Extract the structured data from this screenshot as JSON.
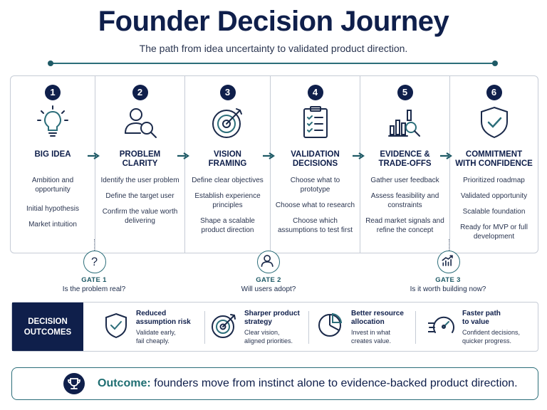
{
  "header": {
    "title": "Founder Decision Journey",
    "subtitle": "The path from idea uncertainty to validated product direction."
  },
  "stages": [
    {
      "number": "1",
      "title_line1": "BIG IDEA",
      "title_line2": "",
      "icon": "lightbulb-icon",
      "items": [
        "Ambition and opportunity",
        "Initial hypothesis",
        "Market intuition"
      ]
    },
    {
      "number": "2",
      "title_line1": "PROBLEM",
      "title_line2": "CLARITY",
      "icon": "user-search-icon",
      "items": [
        "Identify the user problem",
        "Define the target user",
        "Confirm the value worth delivering"
      ]
    },
    {
      "number": "3",
      "title_line1": "VISION",
      "title_line2": "FRAMING",
      "icon": "target-icon",
      "items": [
        "Define clear objectives",
        "Establish experience principles",
        "Shape a scalable product direction"
      ]
    },
    {
      "number": "4",
      "title_line1": "VALIDATION",
      "title_line2": "DECISIONS",
      "icon": "checklist-icon",
      "items": [
        "Choose what to prototype",
        "Choose what to research",
        "Choose which assumptions to test first"
      ]
    },
    {
      "number": "5",
      "title_line1": "EVIDENCE &",
      "title_line2": "TRADE-OFFS",
      "icon": "chart-search-icon",
      "items": [
        "Gather user feedback",
        "Assess feasibility and constraints",
        "Read market signals and refine the concept"
      ]
    },
    {
      "number": "6",
      "title_line1": "COMMITMENT",
      "title_line2": "WITH CONFIDENCE",
      "icon": "shield-check-icon",
      "items": [
        "Prioritized roadmap",
        "Validated opportunity",
        "Scalable foundation",
        "Ready for MVP or full development"
      ]
    }
  ],
  "gates": [
    {
      "label": "GATE 1",
      "question": "Is the problem real?",
      "icon": "question-icon"
    },
    {
      "label": "GATE 2",
      "question": "Will users adopt?",
      "icon": "user-icon"
    },
    {
      "label": "GATE 3",
      "question": "Is it worth building now?",
      "icon": "trend-chart-icon"
    }
  ],
  "outcomes": {
    "label_line1": "DECISION",
    "label_line2": "OUTCOMES",
    "items": [
      {
        "title_line1": "Reduced",
        "title_line2": "assumption risk",
        "desc_line1": "Validate early,",
        "desc_line2": "fail cheaply.",
        "icon": "shield-check-icon"
      },
      {
        "title_line1": "Sharper product",
        "title_line2": "strategy",
        "desc_line1": "Clear vision,",
        "desc_line2": "aligned priorities.",
        "icon": "target-icon"
      },
      {
        "title_line1": "Better resource",
        "title_line2": "allocation",
        "desc_line1": "Invest in what",
        "desc_line2": "creates value.",
        "icon": "pie-chart-icon"
      },
      {
        "title_line1": "Faster path",
        "title_line2": "to value",
        "desc_line1": "Confident decisions,",
        "desc_line2": "quicker progress.",
        "icon": "speedometer-icon"
      }
    ]
  },
  "final": {
    "lead": "Outcome:",
    "text": " founders move from instinct alone to evidence-backed product direction.",
    "icon": "trophy-icon"
  },
  "colors": {
    "navy": "#0f1f4b",
    "teal": "#2c6e7a",
    "border": "#c6ccd6"
  }
}
